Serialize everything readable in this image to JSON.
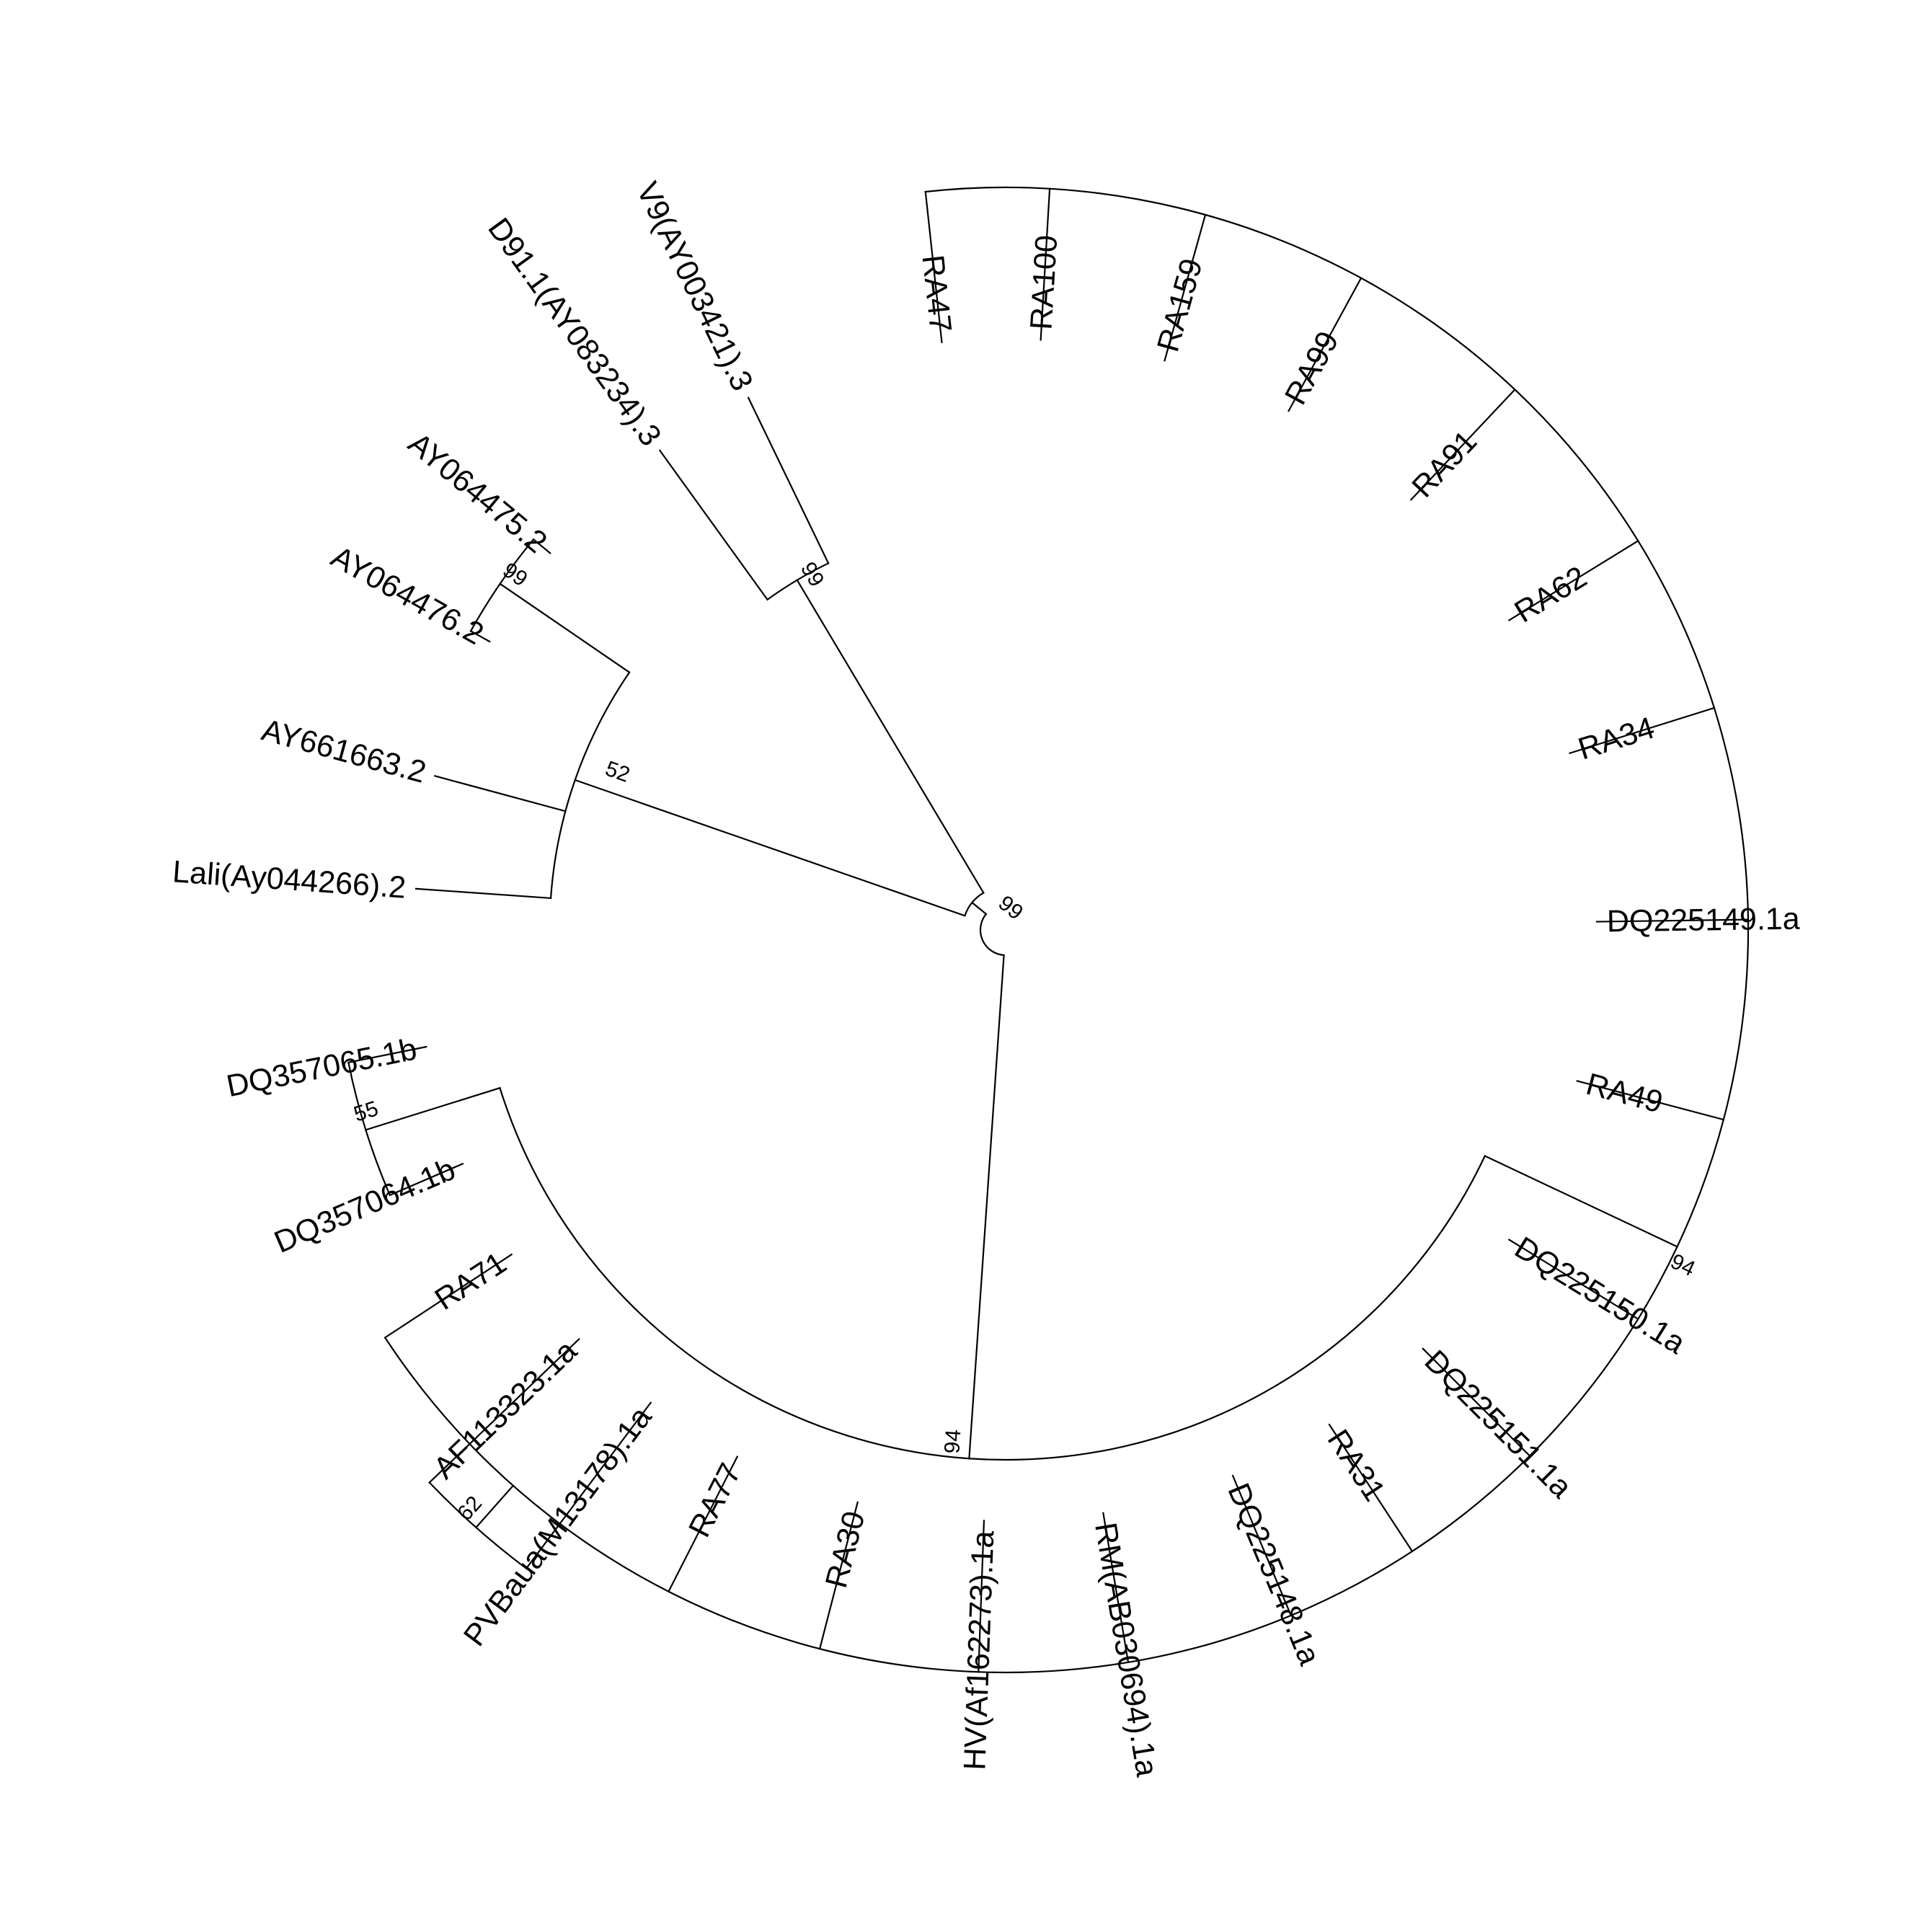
{
  "figure": {
    "type": "circular phylogenetic tree",
    "line_color": "#000000",
    "background": "#ffffff"
  },
  "tree": {
    "children": [
      {
        "bootstrap": "99",
        "children": [
          {
            "bootstrap": "99",
            "children": [
              {
                "label": "V9(AY003421).3"
              },
              {
                "label": "D91.1(AY083234).3"
              }
            ]
          },
          {
            "bootstrap": "52",
            "children": [
              {
                "bootstrap": "99",
                "children": [
                  {
                    "label": "AY064475.2"
                  },
                  {
                    "label": "AY064476.2"
                  }
                ]
              },
              {
                "label": "AY661663.2"
              },
              {
                "label": "Lali(Ay044266).2"
              }
            ]
          }
        ]
      },
      {
        "bootstrap": "94",
        "children": [
          {
            "bootstrap": "55",
            "children": [
              {
                "label": "DQ357065.1b"
              },
              {
                "label": "DQ357064.1b"
              }
            ]
          },
          {
            "bootstrap": "94",
            "children": [
              {
                "label": "RA71"
              },
              {
                "bootstrap": "62",
                "children": [
                  {
                    "label": "AF113323.1a"
                  },
                  {
                    "label": "PVBaua(M13178).1a"
                  }
                ]
              },
              {
                "label": "RA77"
              },
              {
                "label": "RA30"
              },
              {
                "label": "HV(Af162273).1a"
              },
              {
                "label": "RM(AB030694).1a"
              },
              {
                "label": "DQ225148.1a"
              },
              {
                "label": "RA31"
              },
              {
                "label": "DQ225151.1a"
              },
              {
                "label": "DQ225150.1a"
              },
              {
                "label": "RA49"
              },
              {
                "label": "DQ225149.1a"
              },
              {
                "label": "RA34"
              },
              {
                "label": "RA62"
              },
              {
                "label": "RA91"
              },
              {
                "label": "RA99"
              },
              {
                "label": "RA159"
              },
              {
                "label": "RA100"
              },
              {
                "label": "RA47"
              }
            ]
          }
        ]
      }
    ]
  }
}
